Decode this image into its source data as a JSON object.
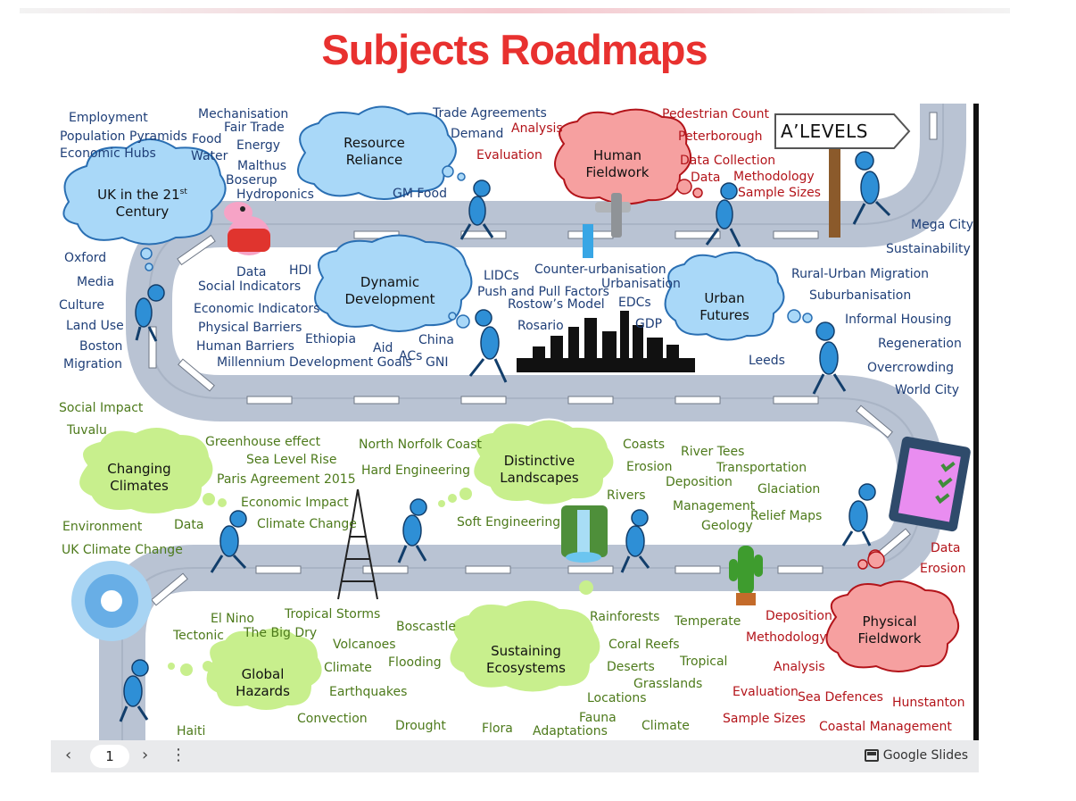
{
  "title": "Subjects Roadmaps",
  "alevels": "A’LEVELS",
  "clouds": {
    "uk": [
      "UK in the 21",
      "st",
      "Century"
    ],
    "resource": [
      "Resource",
      "Reliance"
    ],
    "human": [
      "Human",
      "Fieldwork"
    ],
    "dynamic": [
      "Dynamic",
      "Development"
    ],
    "urban": [
      "Urban",
      "Futures"
    ],
    "changing": [
      "Changing",
      "Climates"
    ],
    "distinctive": [
      "Distinctive",
      "Landscapes"
    ],
    "global": [
      "Global",
      "Hazards"
    ],
    "sustaining": [
      "Sustaining",
      "Ecosystems"
    ],
    "physical": [
      "Physical",
      "Fieldwork"
    ]
  },
  "words": {
    "employment": "Employment",
    "population_pyramids": "Population Pyramids",
    "economic_hubs": "Economic Hubs",
    "mechanisation": "Mechanisation",
    "fair_trade": "Fair Trade",
    "food": "Food",
    "energy": "Energy",
    "water": "Water",
    "malthus": "Malthus",
    "boserup": "Boserup",
    "hydroponics": "Hydroponics",
    "trade_agreements": "Trade Agreements",
    "demand": "Demand",
    "gm_food": "GM Food",
    "analysis_top": "Analysis",
    "evaluation_top": "Evaluation",
    "pedestrian_count": "Pedestrian Count",
    "peterborough": "Peterborough",
    "data_collection": "Data Collection",
    "data_top": "Data",
    "methodology_top": "Methodology",
    "sample_sizes_top": "Sample Sizes",
    "mega_city": "Mega City",
    "sustainability": "Sustainability",
    "oxford": "Oxford",
    "media": "Media",
    "culture": "Culture",
    "land_use": "Land Use",
    "boston": "Boston",
    "migration": "Migration",
    "data_mid": "Data",
    "hdi": "HDI",
    "social_indicators": "Social Indicators",
    "economic_indicators": "Economic Indicators",
    "physical_barriers": "Physical Barriers",
    "human_barriers": "Human Barriers",
    "ethiopia": "Ethiopia",
    "aid": "Aid",
    "china": "China",
    "acs": "ACs",
    "gni": "GNI",
    "millennium": "Millennium Development Goals",
    "lidcs": "LIDCs",
    "counter_urbanisation": "Counter-urbanisation",
    "push_pull": "Push and Pull Factors",
    "urbanisation": "Urbanisation",
    "rostows": "Rostow’s Model",
    "edcs": "EDCs",
    "rosario": "Rosario",
    "gdp": "GDP",
    "rural_urban": "Rural-Urban Migration",
    "suburbanisation": "Suburbanisation",
    "informal_housing": "Informal Housing",
    "regeneration": "Regeneration",
    "leeds": "Leeds",
    "overcrowding": "Overcrowding",
    "world_city": "World City",
    "social_impact": "Social Impact",
    "tuvalu": "Tuvalu",
    "greenhouse": "Greenhouse effect",
    "sea_level_rise": "Sea Level Rise",
    "paris": "Paris Agreement 2015",
    "economic_impact": "Economic Impact",
    "environment": "Environment",
    "data_green": "Data",
    "climate_change": "Climate Change",
    "uk_climate_change": "UK Climate Change",
    "north_norfolk": "North Norfolk Coast",
    "hard_engineering": "Hard Engineering",
    "soft_engineering": "Soft Engineering",
    "coasts": "Coasts",
    "river_tees": "River Tees",
    "erosion_green": "Erosion",
    "transportation": "Transportation",
    "deposition_green": "Deposition",
    "glaciation": "Glaciation",
    "rivers": "Rivers",
    "management": "Management",
    "relief_maps": "Relief Maps",
    "geology": "Geology",
    "data_red": "Data",
    "erosion_red": "Erosion",
    "el_nino": "El Nino",
    "tropical_storms": "Tropical Storms",
    "tectonic": "Tectonic",
    "the_big_dry": "The Big Dry",
    "boscastle": "Boscastle",
    "volcanoes": "Volcanoes",
    "climate_mid": "Climate",
    "flooding": "Flooding",
    "earthquakes": "Earthquakes",
    "convection": "Convection",
    "drought": "Drought",
    "haiti": "Haiti",
    "rainforests": "Rainforests",
    "temperate": "Temperate",
    "coral_reefs": "Coral Reefs",
    "deserts": "Deserts",
    "tropical": "Tropical",
    "grasslands": "Grasslands",
    "locations": "Locations",
    "fauna": "Fauna",
    "flora": "Flora",
    "adaptations": "Adaptations",
    "climate_bottom": "Climate",
    "deposition_red": "Deposition",
    "methodology_bottom": "Methodology",
    "analysis_bottom": "Analysis",
    "evaluation_bottom": "Evaluation",
    "sea_defences": "Sea Defences",
    "hunstanton": "Hunstanton",
    "sample_sizes_bottom": "Sample Sizes",
    "coastal_management": "Coastal Management"
  },
  "footer": {
    "prev": "‹",
    "page": "1",
    "next": "›",
    "more": "⋮",
    "brand": "Google Slides"
  },
  "colors": {
    "title": "#e8312f",
    "road": "#b9c3d3",
    "blue_cloud": "#a9d8f8",
    "red_cloud": "#f6a0a0",
    "green_cloud": "#c8ef8d",
    "figure": "#2e8fd6"
  }
}
